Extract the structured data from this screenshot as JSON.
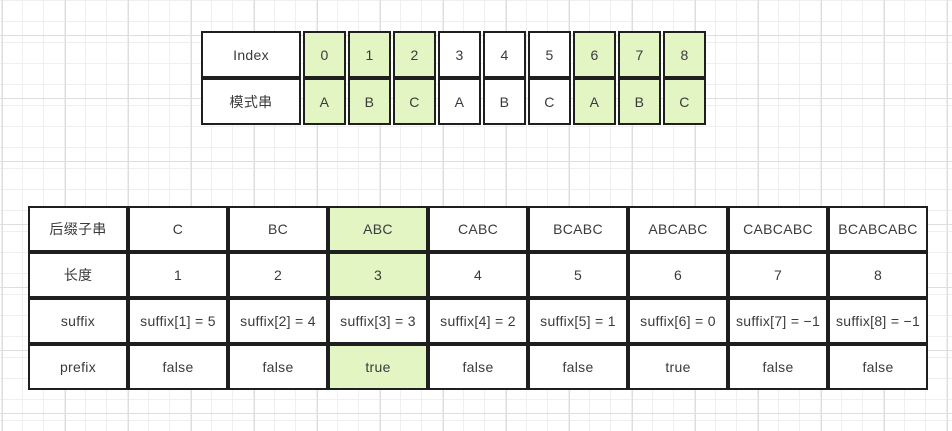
{
  "colors": {
    "highlight": "#e2f5c3",
    "border": "#1f1f1f",
    "text": "#3a3a3a"
  },
  "top_table": {
    "rows": [
      {
        "label": "Index",
        "cells": [
          "0",
          "1",
          "2",
          "3",
          "4",
          "5",
          "6",
          "7",
          "8"
        ]
      },
      {
        "label": "模式串",
        "cells": [
          "A",
          "B",
          "C",
          "A",
          "B",
          "C",
          "A",
          "B",
          "C"
        ]
      }
    ],
    "highlighted_columns": [
      0,
      1,
      2,
      6,
      7,
      8
    ]
  },
  "bottom_table": {
    "rows": [
      {
        "label": "后缀子串",
        "cells": [
          "C",
          "BC",
          "ABC",
          "CABC",
          "BCABC",
          "ABCABC",
          "CABCABC",
          "BCABCABC"
        ]
      },
      {
        "label": "长度",
        "cells": [
          "1",
          "2",
          "3",
          "4",
          "5",
          "6",
          "7",
          "8"
        ]
      },
      {
        "label": "suffix",
        "cells": [
          "suffix[1] = 5",
          "suffix[2] = 4",
          "suffix[3] = 3",
          "suffix[4] = 2",
          "suffix[5] = 1",
          "suffix[6] = 0",
          "suffix[7] = −1",
          "suffix[8] = −1"
        ]
      },
      {
        "label": "prefix",
        "cells": [
          "false",
          "false",
          "true",
          "false",
          "false",
          "true",
          "false",
          "false"
        ]
      }
    ],
    "highlighted": {
      "column_index": 2,
      "row_indexes": [
        0,
        1,
        3
      ]
    }
  }
}
